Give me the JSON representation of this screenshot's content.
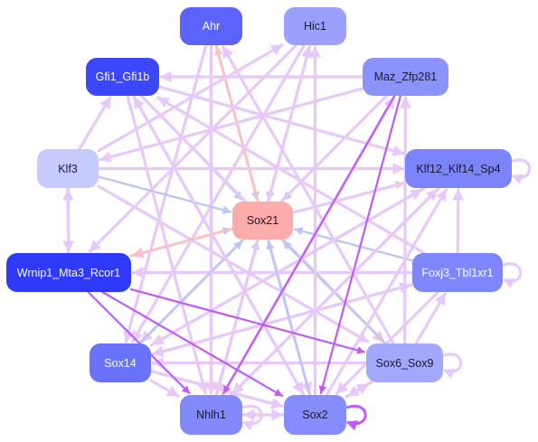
{
  "diagram": {
    "nodes": [
      {
        "id": "ahr",
        "label": "Ahr",
        "color": "#5b63fb",
        "text": "#ffffff"
      },
      {
        "id": "hic1",
        "label": "Hic1",
        "color": "#9aa0fc",
        "text": "#1a1a2e"
      },
      {
        "id": "gfi",
        "label": "Gfi1_Gfi1b",
        "color": "#3c46fb",
        "text": "#ffffff"
      },
      {
        "id": "maz",
        "label": "Maz_Zfp281",
        "color": "#8a92fc",
        "text": "#1a1a2e"
      },
      {
        "id": "klf3",
        "label": "Klf3",
        "color": "#c7cafe",
        "text": "#1a1a2e"
      },
      {
        "id": "klf12",
        "label": "Klf12_Klf14_Sp4",
        "color": "#7c84fc",
        "text": "#1a1a2e"
      },
      {
        "id": "sox21",
        "label": "Sox21",
        "color": "#fdaaaa",
        "text": "#1a1a2e"
      },
      {
        "id": "wrn",
        "label": "Wrnip1_Mta3_Rcor1",
        "color": "#2f3af8",
        "text": "#ffffff"
      },
      {
        "id": "foxj3",
        "label": "Foxj3_Tbl1xr1",
        "color": "#7e86fc",
        "text": "#ffffff"
      },
      {
        "id": "sox14",
        "label": "Sox14",
        "color": "#6a72fb",
        "text": "#ffffff"
      },
      {
        "id": "sox69",
        "label": "Sox6_Sox9",
        "color": "#a3a8fc",
        "text": "#1a1a2e"
      },
      {
        "id": "nhlh1",
        "label": "Nhlh1",
        "color": "#8189fc",
        "text": "#1a1a2e"
      },
      {
        "id": "sox2",
        "label": "Sox2",
        "color": "#858cfc",
        "text": "#1a1a2e"
      }
    ],
    "edge_colors": {
      "lavender": "#e8c8fb",
      "lightblue": "#bcc6f6",
      "salmon": "#fdc2b8",
      "violet": "#c15af6"
    },
    "edges": [
      {
        "from": "ahr",
        "to": "sox21",
        "color": "lightblue"
      },
      {
        "from": "ahr",
        "to": "sox2",
        "color": "lavender"
      },
      {
        "from": "ahr",
        "to": "nhlh1",
        "color": "lavender"
      },
      {
        "from": "ahr",
        "to": "sox14",
        "color": "lavender"
      },
      {
        "from": "hic1",
        "to": "sox21",
        "color": "lightblue"
      },
      {
        "from": "hic1",
        "to": "nhlh1",
        "color": "lavender"
      },
      {
        "from": "hic1",
        "to": "sox14",
        "color": "lavender"
      },
      {
        "from": "hic1",
        "to": "wrn",
        "color": "lavender"
      },
      {
        "from": "sox21",
        "to": "hic1",
        "color": "salmon"
      },
      {
        "from": "sox21",
        "to": "ahr",
        "color": "salmon"
      },
      {
        "from": "gfi",
        "to": "sox21",
        "color": "lightblue"
      },
      {
        "from": "gfi",
        "to": "sox2",
        "color": "lavender"
      },
      {
        "from": "gfi",
        "to": "sox69",
        "color": "lavender"
      },
      {
        "from": "gfi",
        "to": "klf12",
        "color": "lavender"
      },
      {
        "from": "gfi",
        "to": "nhlh1",
        "color": "lavender"
      },
      {
        "from": "maz",
        "to": "sox21",
        "color": "lightblue"
      },
      {
        "from": "maz",
        "to": "gfi",
        "color": "lavender"
      },
      {
        "from": "maz",
        "to": "sox14",
        "color": "lavender"
      },
      {
        "from": "maz",
        "to": "nhlh1",
        "color": "violet"
      },
      {
        "from": "maz",
        "to": "sox2",
        "color": "violet"
      },
      {
        "from": "maz",
        "to": "klf3",
        "color": "lavender"
      },
      {
        "from": "klf3",
        "to": "sox21",
        "color": "lightblue"
      },
      {
        "from": "klf3",
        "to": "klf12",
        "color": "lavender"
      },
      {
        "from": "klf3",
        "to": "wrn",
        "color": "lavender"
      },
      {
        "from": "klf3",
        "to": "sox69",
        "color": "lavender"
      },
      {
        "from": "klf3",
        "to": "gfi",
        "color": "lavender"
      },
      {
        "from": "klf3",
        "to": "hic1",
        "color": "lavender"
      },
      {
        "from": "sox21",
        "to": "klf12",
        "color": "salmon"
      },
      {
        "from": "klf12",
        "to": "wrn",
        "color": "lavender"
      },
      {
        "from": "klf12",
        "to": "sox14",
        "color": "lavender"
      },
      {
        "from": "klf12",
        "to": "nhlh1",
        "color": "lavender"
      },
      {
        "from": "foxj3",
        "to": "sox21",
        "color": "lightblue"
      },
      {
        "from": "foxj3",
        "to": "klf12",
        "color": "lavender"
      },
      {
        "from": "foxj3",
        "to": "sox14",
        "color": "lavender"
      },
      {
        "from": "foxj3",
        "to": "sox2",
        "color": "lavender"
      },
      {
        "from": "foxj3",
        "to": "wrn",
        "color": "lavender"
      },
      {
        "from": "foxj3",
        "to": "gfi",
        "color": "lavender"
      },
      {
        "from": "wrn",
        "to": "sox21",
        "color": "lightblue"
      },
      {
        "from": "wrn",
        "to": "sox69",
        "color": "violet"
      },
      {
        "from": "wrn",
        "to": "nhlh1",
        "color": "violet"
      },
      {
        "from": "wrn",
        "to": "sox2",
        "color": "violet"
      },
      {
        "from": "wrn",
        "to": "klf3",
        "color": "lavender"
      },
      {
        "from": "sox21",
        "to": "wrn",
        "color": "salmon"
      },
      {
        "from": "sox21",
        "to": "sox69",
        "color": "salmon"
      },
      {
        "from": "sox21",
        "to": "nhlh1",
        "color": "salmon"
      },
      {
        "from": "sox14",
        "to": "sox21",
        "color": "lightblue"
      },
      {
        "from": "sox14",
        "to": "nhlh1",
        "color": "lavender"
      },
      {
        "from": "sox14",
        "to": "sox2",
        "color": "lavender"
      },
      {
        "from": "sox14",
        "to": "klf12",
        "color": "lavender"
      },
      {
        "from": "sox14",
        "to": "foxj3",
        "color": "lavender"
      },
      {
        "from": "sox69",
        "to": "sox21",
        "color": "lightblue"
      },
      {
        "from": "sox69",
        "to": "sox2",
        "color": "lavender"
      },
      {
        "from": "sox69",
        "to": "maz",
        "color": "lavender"
      },
      {
        "from": "sox69",
        "to": "foxj3",
        "color": "lavender"
      },
      {
        "from": "sox69",
        "to": "sox14",
        "color": "lavender"
      },
      {
        "from": "sox69",
        "to": "ahr",
        "color": "lavender"
      },
      {
        "from": "nhlh1",
        "to": "sox21",
        "color": "lightblue"
      },
      {
        "from": "nhlh1",
        "to": "sox2",
        "color": "lavender"
      },
      {
        "from": "nhlh1",
        "to": "hic1",
        "color": "lavender"
      },
      {
        "from": "nhlh1",
        "to": "klf12",
        "color": "lavender"
      },
      {
        "from": "nhlh1",
        "to": "maz",
        "color": "lavender"
      },
      {
        "from": "sox2",
        "to": "sox21",
        "color": "lightblue"
      },
      {
        "from": "sox2",
        "to": "nhlh1",
        "color": "lavender"
      },
      {
        "from": "sox2",
        "to": "hic1",
        "color": "lavender"
      },
      {
        "from": "sox2",
        "to": "gfi",
        "color": "lavender"
      },
      {
        "from": "sox2",
        "to": "sox69",
        "color": "lavender"
      },
      {
        "from": "sox2",
        "to": "klf12",
        "color": "lavender"
      }
    ],
    "self_loops": [
      {
        "node": "klf12",
        "color": "lavender"
      },
      {
        "node": "foxj3",
        "color": "lavender"
      },
      {
        "node": "sox69",
        "color": "lavender"
      },
      {
        "node": "nhlh1",
        "color": "lavender"
      },
      {
        "node": "sox2",
        "color": "violet"
      }
    ]
  }
}
